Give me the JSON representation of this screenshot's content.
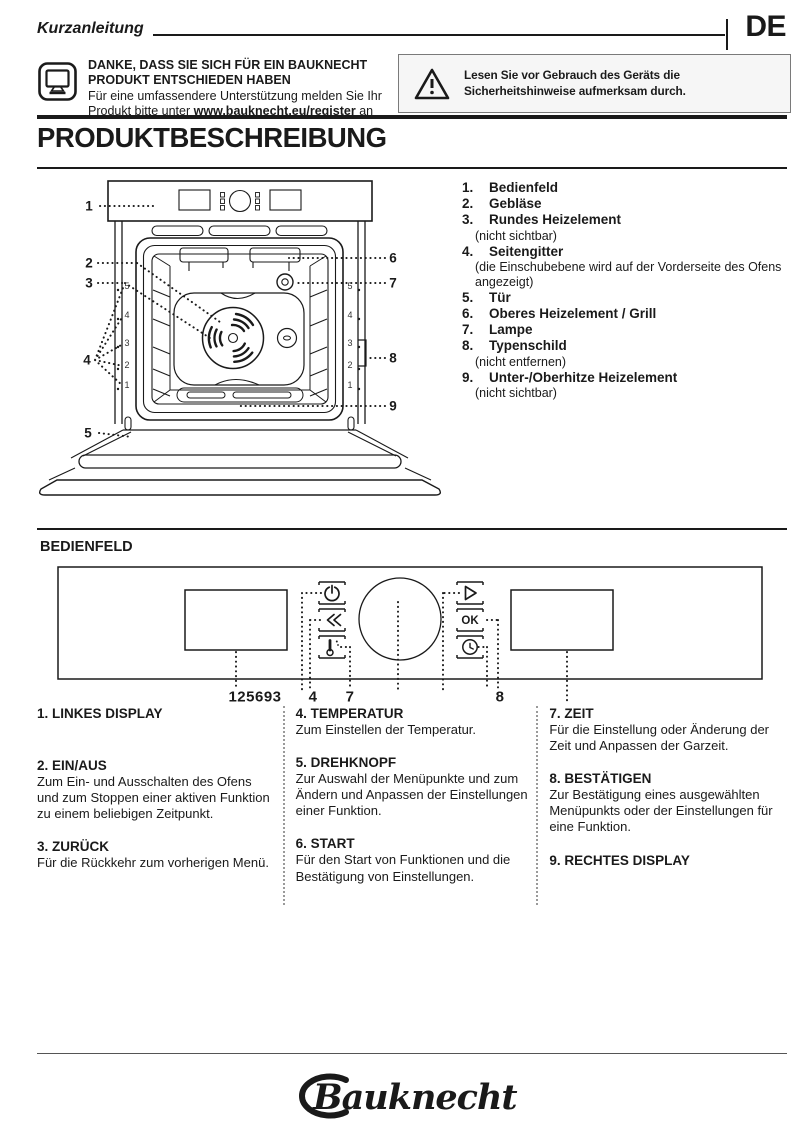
{
  "colors": {
    "ink": "#1a1a1a",
    "warning_bg": "#f6f6f6"
  },
  "header": {
    "doc_type": "Kurzanleitung",
    "language": "DE"
  },
  "thanks": {
    "title_line1": "DANKE, DASS SIE SICH FÜR EIN BAUKNECHT",
    "title_line2": "PRODUKT ENTSCHIEDEN HABEN",
    "body_line1": "Für eine umfassendere Unterstützung melden Sie Ihr",
    "body_pre": "Produkt bitte unter ",
    "body_url": "www.bauknecht.eu/register",
    "body_post": " an"
  },
  "warning": {
    "text": "Lesen Sie vor Gebrauch des Geräts die Sicherheitshinweise aufmerksam durch."
  },
  "product": {
    "title": "PRODUKTBESCHREIBUNG",
    "parts": [
      {
        "num": "1.",
        "name": "Bedienfeld"
      },
      {
        "num": "2.",
        "name": "Gebläse"
      },
      {
        "num": "3.",
        "name": "Rundes Heizelement",
        "note": "(nicht sichtbar)"
      },
      {
        "num": "4.",
        "name": "Seitengitter",
        "note": "(die Einschubebene wird auf der Vorderseite des Ofens angezeigt)"
      },
      {
        "num": "5.",
        "name": "Tür"
      },
      {
        "num": "6.",
        "name": "Oberes Heizelement / Grill"
      },
      {
        "num": "7.",
        "name": "Lampe"
      },
      {
        "num": "8.",
        "name": "Typenschild",
        "note": "(nicht entfernen)"
      },
      {
        "num": "9.",
        "name": "Unter-/Oberhitze Heizelement",
        "note": "(nicht sichtbar)"
      }
    ]
  },
  "oven_figure": {
    "callouts_left": [
      "1",
      "2",
      "3",
      "4",
      "5"
    ],
    "callouts_right": [
      "6",
      "7",
      "8",
      "9"
    ],
    "rail": [
      "5",
      "4",
      "3",
      "2",
      "1"
    ]
  },
  "bedienfeld": {
    "title": "BEDIENFELD",
    "ok_glyph": "OK",
    "labels": {
      "cluster": "125693",
      "four": "4",
      "seven": "7",
      "eight": "8"
    }
  },
  "controls": {
    "items": [
      {
        "title": "1. LINKES DISPLAY",
        "desc": ""
      },
      {
        "title": "2. EIN/AUS",
        "desc": "Zum Ein- und Ausschalten des Ofens und zum Stoppen einer aktiven Funktion zu einem beliebigen Zeitpunkt."
      },
      {
        "title": "3. ZURÜCK",
        "desc": "Für die Rückkehr zum vorherigen Menü."
      },
      {
        "title": "4. TEMPERATUR",
        "desc": "Zum Einstellen der Temperatur."
      },
      {
        "title": "5. DREHKNOPF",
        "desc": "Zur Auswahl der Menüpunkte und zum Ändern und Anpassen der Einstellungen einer Funktion."
      },
      {
        "title": "6. START",
        "desc": "Für den Start von Funktionen und die Bestätigung von Einstellungen."
      },
      {
        "title": "7. ZEIT",
        "desc": "Für die Einstellung oder Änderung der Zeit und Anpassen der Garzeit."
      },
      {
        "title": "8. BESTÄTIGEN",
        "desc": "Zur Bestätigung eines ausgewählten Menüpunkts oder der Einstellungen für eine Funktion."
      },
      {
        "title": "9. RECHTES DISPLAY",
        "desc": ""
      }
    ]
  },
  "footer": {
    "brand": "Bauknecht"
  }
}
